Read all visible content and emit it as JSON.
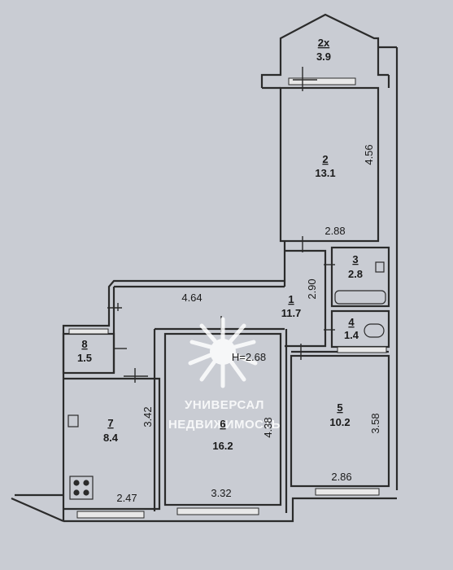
{
  "rooms": [
    {
      "id": "2x",
      "num": "2x",
      "area": "3.9"
    },
    {
      "id": "2",
      "num": "2",
      "area": "13.1"
    },
    {
      "id": "3",
      "num": "3",
      "area": "2.8"
    },
    {
      "id": "1",
      "num": "1",
      "area": "11.7"
    },
    {
      "id": "4",
      "num": "4",
      "area": "1.4"
    },
    {
      "id": "5",
      "num": "5",
      "area": "10.2"
    },
    {
      "id": "6",
      "num": "6",
      "area": "16.2"
    },
    {
      "id": "7",
      "num": "7",
      "area": "8.4"
    },
    {
      "id": "8",
      "num": "8",
      "area": "1.5"
    }
  ],
  "dimensions": {
    "room2_height": "4.56",
    "room2_width": "2.88",
    "corridor_length": "4.64",
    "hall_depth": "2.90",
    "ceiling_height": "H=2.68",
    "room6_depth": "4.38",
    "room6_width": "3.32",
    "room5_depth": "3.58",
    "room5_width": "2.86",
    "kitchen_depth": "3.42",
    "kitchen_width": "2.47"
  },
  "watermark": {
    "line1": "УНИВЕРСАЛ",
    "line2": "НЕДВИЖИМОСТЬ"
  },
  "colors": {
    "background": "#c9ccd3",
    "wall": "#2b2b2b",
    "watermark": "#ffffff"
  }
}
